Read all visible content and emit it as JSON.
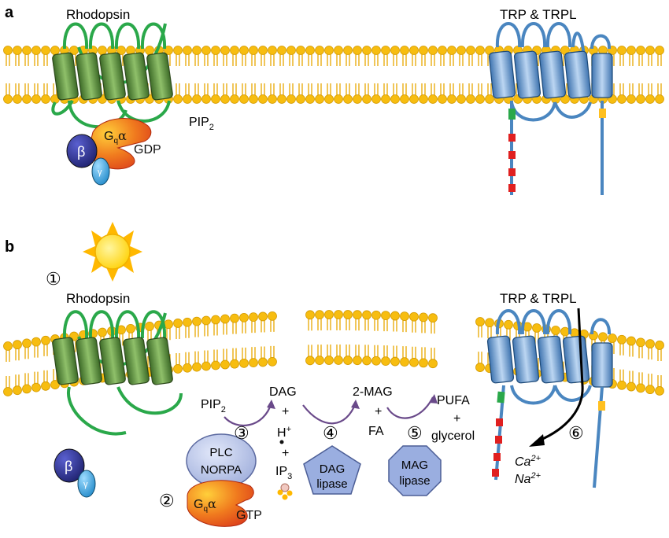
{
  "panel_a": {
    "panel_label": "a",
    "rhodopsin_label": "Rhodopsin",
    "trp_label": "TRP & TRPL",
    "pip2_label": "PIP",
    "pip2_sub": "2",
    "g_beta": "β",
    "g_gamma": "γ",
    "g_alpha_prefix": "G",
    "g_alpha_sub": "q",
    "g_alpha_symbol": "α",
    "gdp_label": "GDP"
  },
  "panel_b": {
    "panel_label": "b",
    "rhodopsin_label": "Rhodopsin",
    "trp_label": "TRP & TRPL",
    "step1": "①",
    "step2": "②",
    "step3": "③",
    "step4": "④",
    "step5": "⑤",
    "step6": "⑥",
    "pip2_label": "PIP",
    "pip2_sub": "2",
    "dag_label": "DAG",
    "plus": "+",
    "h_plus_base": "H",
    "h_plus_sup": "+",
    "ip3_label": "IP",
    "ip3_sub": "3",
    "two_mag_label": "2-MAG",
    "fa_label": "FA",
    "pufa_label": "PUFA",
    "glycerol_label": "glycerol",
    "plc_line1": "PLC",
    "plc_line2": "NORPA",
    "dag_lipase_line1": "DAG",
    "dag_lipase_line2": "lipase",
    "mag_lipase_line1": "MAG",
    "mag_lipase_line2": "lipase",
    "g_beta": "β",
    "g_gamma": "γ",
    "g_alpha_prefix": "G",
    "g_alpha_sub": "q",
    "g_alpha_symbol": "α",
    "gtp_label": "GTP",
    "ca_base": "Ca",
    "ca_sup": "2+",
    "na_base": "Na",
    "na_sup": "2+"
  },
  "colors": {
    "lipid_head": "#f5b800",
    "lipid_tail": "#e8a800",
    "rhodopsin_helix": "#5a8a3a",
    "rhodopsin_loop": "#2aa84a",
    "trp_helix": "#6a9fd0",
    "trp_loop": "#4a86c0",
    "g_beta": "#2c2f8a",
    "g_gamma": "#3aa0d8",
    "g_alpha": "#e84a1c",
    "plc": "#b8c4e8",
    "lipase": "#9aaee0",
    "arrow": "#6a4a8a",
    "sun": "#ffd800"
  }
}
